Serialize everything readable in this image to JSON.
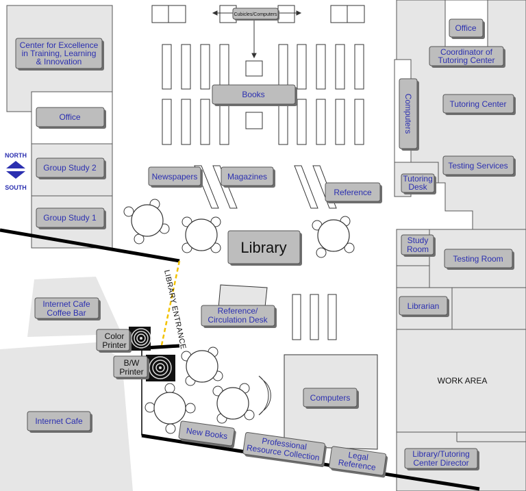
{
  "labels": {
    "center_excellence": [
      "Center for Excellence",
      "in Training, Learning",
      "& Innovation"
    ],
    "office_left": "Office",
    "group_study_2": "Group Study 2",
    "group_study_1": "Group Study 1",
    "internet_cafe_coffee": [
      "Internet Cafe",
      "Coffee Bar"
    ],
    "internet_cafe": "Internet Cafe",
    "color_printer": [
      "Color",
      "Printer"
    ],
    "bw_printer": [
      "B/W",
      "Printer"
    ],
    "cubicles_computers": "Cubicles/Computers",
    "books": "Books",
    "newspapers": "Newspapers",
    "magazines": "Magazines",
    "reference": "Reference",
    "library": "Library",
    "library_entrance": "LIBRARY ENTRANCE",
    "reference_circulation": [
      "Reference/",
      "Circulation Desk"
    ],
    "computers_center": "Computers",
    "new_books": "New Books",
    "professional_resource": [
      "Professional",
      "Resource Collection"
    ],
    "legal_reference": [
      "Legal",
      "Reference"
    ],
    "office_right": "Office",
    "coordinator_tutoring": [
      "Coordinator of",
      "Tutoring Center"
    ],
    "computers_vertical": "Computers",
    "tutoring_center": "Tutoring Center",
    "testing_services": "Testing Services",
    "tutoring_desk": [
      "Tutoring",
      "Desk"
    ],
    "study_room": [
      "Study",
      "Room"
    ],
    "testing_room": "Testing Room",
    "librarian": "Librarian",
    "work_area": "WORK AREA",
    "director": [
      "Library/Tutoring",
      "Center Director"
    ]
  },
  "compass": {
    "north": "NORTH",
    "south": "SOUTH"
  },
  "colors": {
    "label_text": "#2b2fb0",
    "button_face": "#bdbdbd",
    "room_fill": "#e6e6e6",
    "wall": "#000000",
    "entrance_dash": "#f2c200",
    "compass": "#2b2fb0"
  },
  "icons": {
    "printer": "printer-target-icon",
    "compass": "north-south-arrows-icon"
  }
}
